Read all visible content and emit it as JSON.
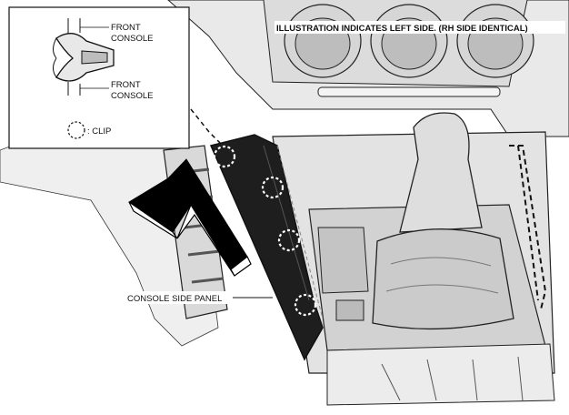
{
  "note": "ILLUSTRATION INDICATES LEFT SIDE. (RH SIDE IDENTICAL)",
  "inset": {
    "label_top_line1": "FRONT",
    "label_top_line2": "CONSOLE",
    "label_bottom_line1": "FRONT",
    "label_bottom_line2": "CONSOLE",
    "legend_text": ": CLIP"
  },
  "callouts": {
    "console_side_panel": "CONSOLE SIDE PANEL"
  },
  "colors": {
    "line": "#111111",
    "panel": "#1a1a1a",
    "shade_light": "#e6e6e6",
    "shade_mid": "#cfcfcf",
    "shade_dark": "#9a9a9a"
  }
}
